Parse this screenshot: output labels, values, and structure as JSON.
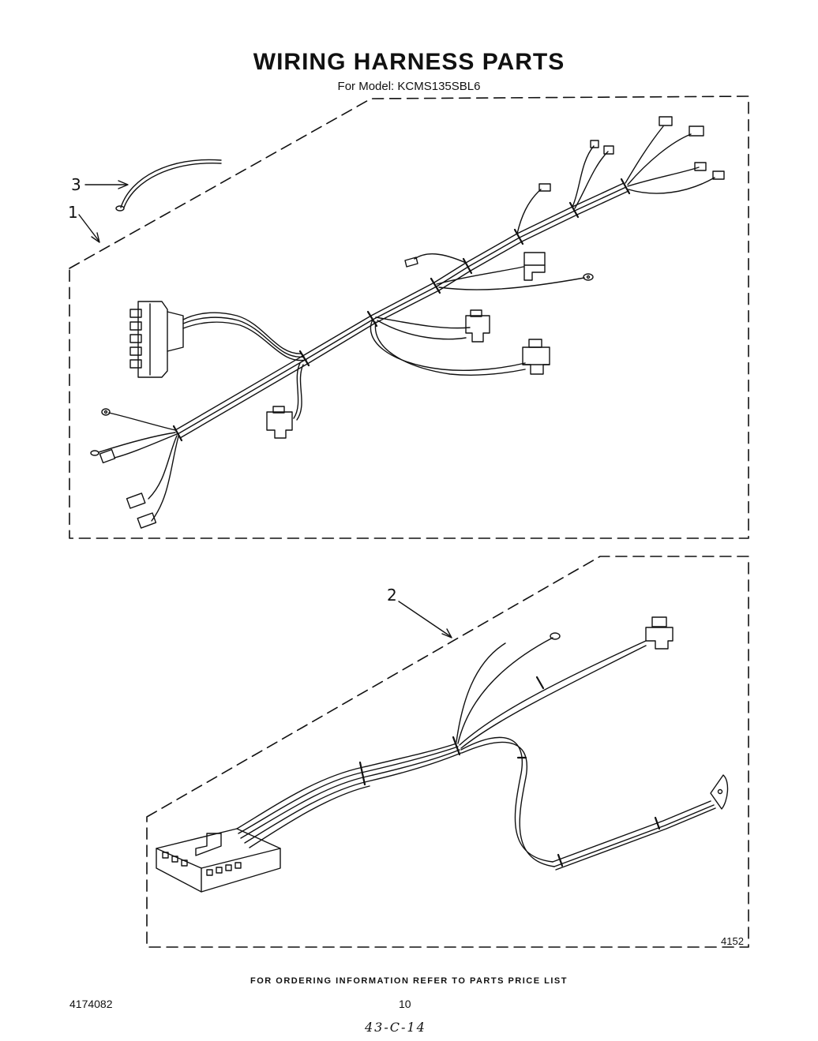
{
  "title": "WIRING HARNESS PARTS",
  "subtitle": "For Model: KCMS135SBL6",
  "callouts": {
    "item1": "1",
    "item2": "2",
    "item3": "3"
  },
  "figure_code": "4152",
  "footer_note": "FOR ORDERING INFORMATION REFER TO PARTS PRICE LIST",
  "doc_number": "4174082",
  "page_number": "10",
  "handwritten_note": "43-C-14"
}
